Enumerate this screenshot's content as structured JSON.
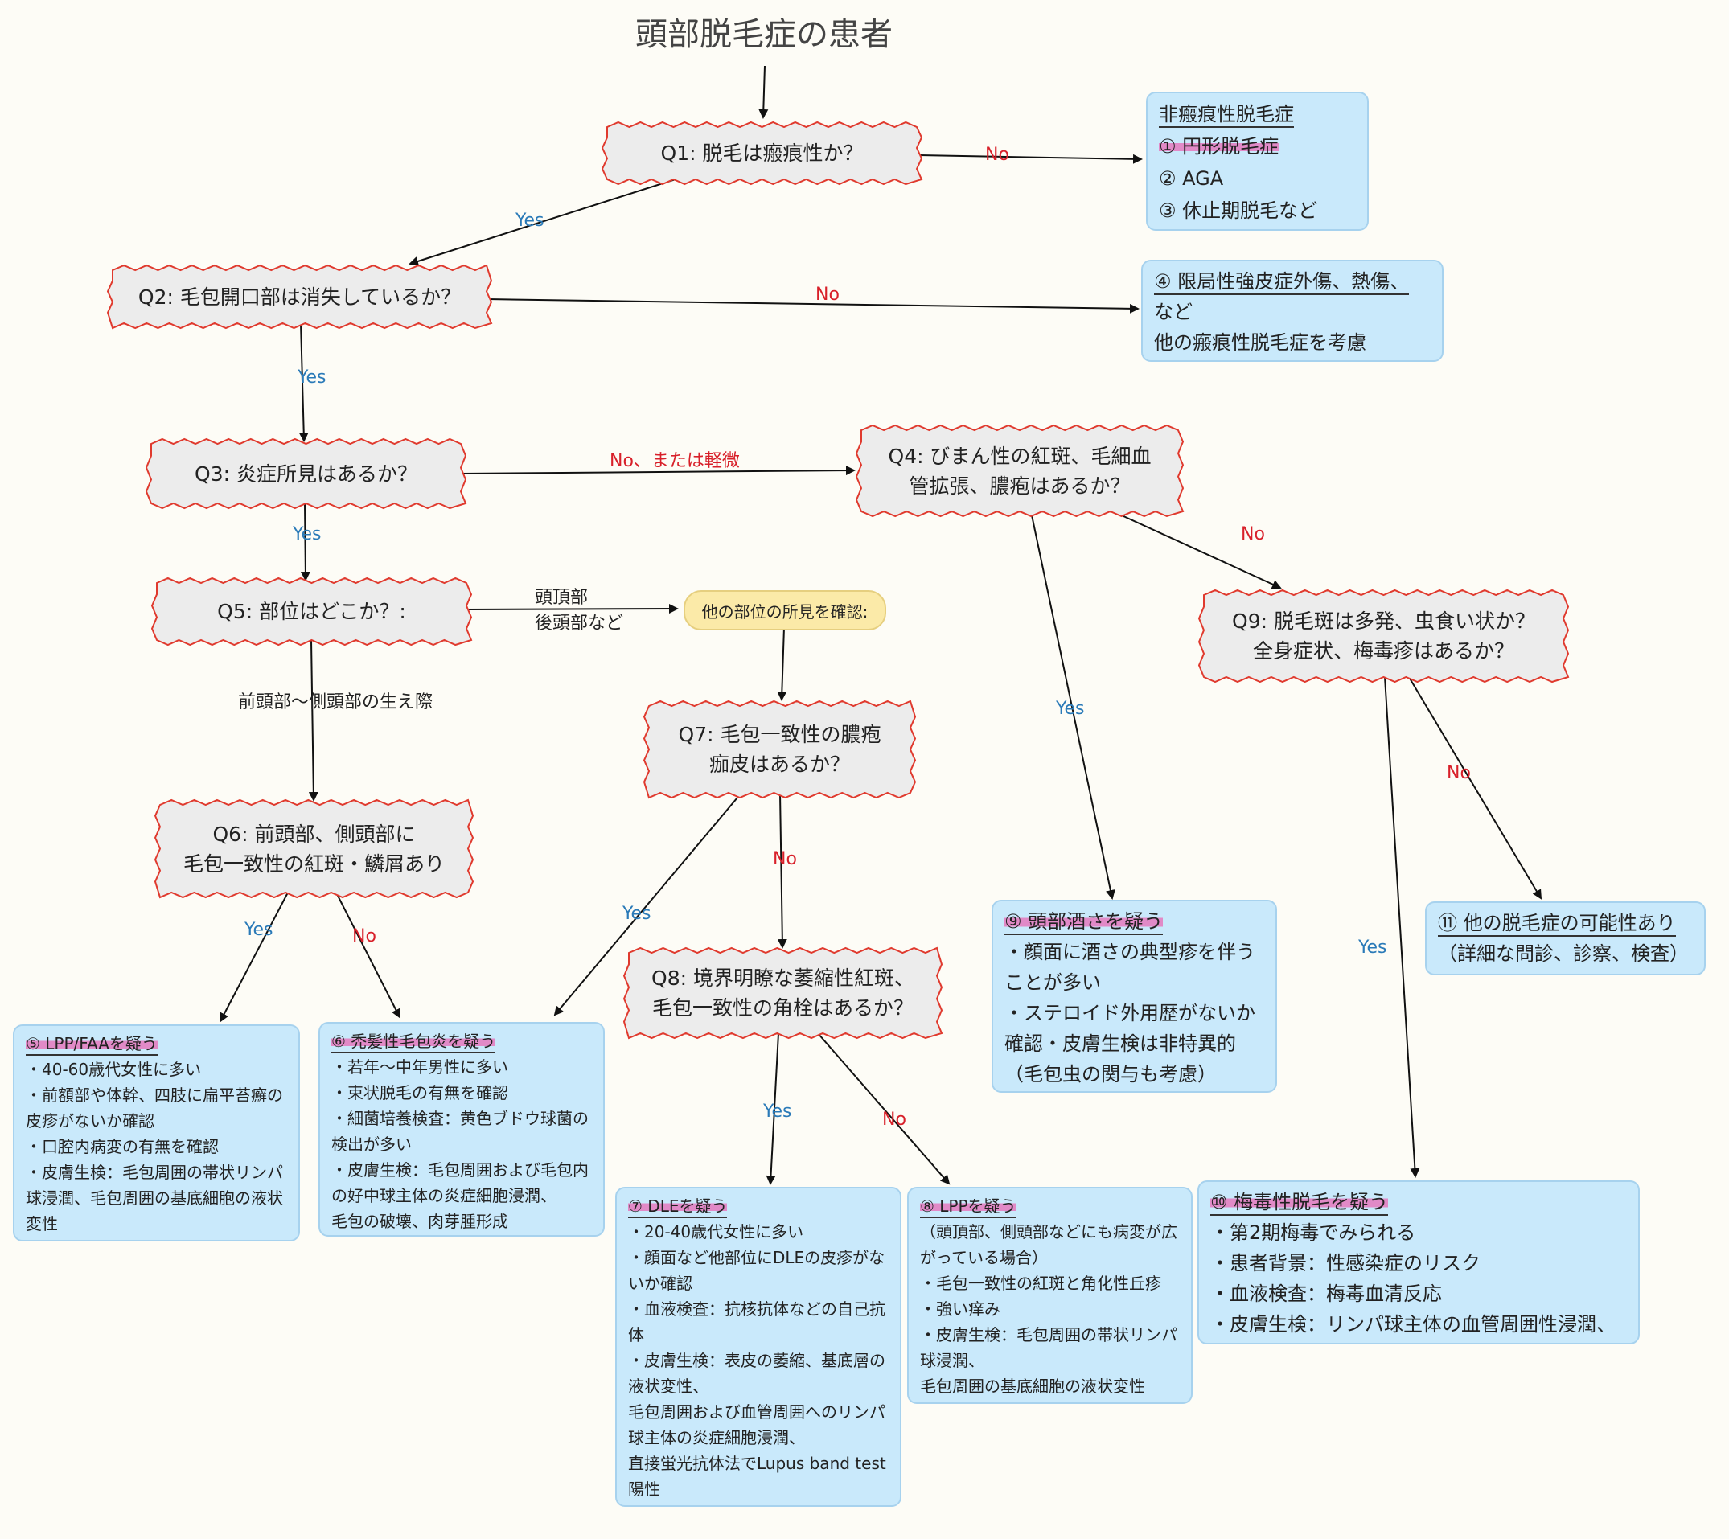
{
  "title": "頭部脱毛症の患者",
  "questions": {
    "q1": "Q1: 脱毛は瘢痕性か？",
    "q2": "Q2: 毛包開口部は消失しているか？",
    "q3": "Q3: 炎症所見はあるか？",
    "q4": "Q4: びまん性の紅斑、毛細血\n管拡張、膿疱はあるか？",
    "q5": "Q5: 部位はどこか？:",
    "q6": "Q6: 前頭部、側頭部に\n毛包一致性の紅斑・鱗屑あり",
    "q7": "Q7: 毛包一致性の膿疱\n痂皮はあるか？",
    "q8": "Q8: 境界明瞭な萎縮性紅斑、\n毛包一致性の角栓はあるか？",
    "q9": "Q9: 脱毛斑は多発、虫食い状か？\n全身症状、梅毒疹はあるか？"
  },
  "edge_labels": {
    "q1_no": "No",
    "q1_yes": "Yes",
    "q2_no": "No",
    "q2_yes": "Yes",
    "q3_no": "No、または軽微",
    "q3_yes": "Yes",
    "q4_no": "No",
    "q4_yes": "Yes",
    "q5_other": "頭頂部\n後頭部など",
    "q5_front": "前頭部〜側頭部の生え際",
    "q6_yes": "Yes",
    "q6_no": "No",
    "q7_yes": "Yes",
    "q7_no": "No",
    "q8_yes": "Yes",
    "q8_no": "No",
    "q9_yes": "Yes",
    "q9_no": "No"
  },
  "note": "他の部位の所見を確認:",
  "boxes": {
    "b_nonscar": {
      "title": "非瘢痕性脱毛症",
      "items": [
        "① 円形脱毛症",
        "② AGA",
        "③ 休止期脱毛など"
      ]
    },
    "b4": {
      "title": "④ 限局性強皮症外傷、熱傷、",
      "items": [
        "など",
        "他の瘢痕性脱毛症を考慮"
      ]
    },
    "b5": {
      "title": "⑤ LPP/FAAを疑う",
      "items": [
        "・40-60歳代女性に多い",
        "・前額部や体幹、四肢に扁平苔癬の皮疹がないか確認",
        "・口腔内病変の有無を確認",
        "・皮膚生検：毛包周囲の帯状リンパ球浸潤、毛包周囲の基底細胞の液状変性"
      ]
    },
    "b6": {
      "title": "⑥ 禿髪性毛包炎を疑う",
      "items": [
        "・若年〜中年男性に多い",
        "・束状脱毛の有無を確認",
        "・細菌培養検査：黄色ブドウ球菌の検出が多い",
        "・皮膚生検：毛包周囲および毛包内の好中球主体の炎症細胞浸潤、",
        "毛包の破壊、肉芽腫形成"
      ]
    },
    "b7": {
      "title": "⑦ DLEを疑う",
      "items": [
        "・20-40歳代女性に多い",
        "・顔面など他部位にDLEの皮疹がないか確認",
        "・血液検査：抗核抗体などの自己抗体",
        "・皮膚生検：表皮の萎縮、基底層の液状変性、",
        "毛包周囲および血管周囲へのリンパ球主体の炎症細胞浸潤、",
        "直接蛍光抗体法でLupus band test陽性"
      ]
    },
    "b8": {
      "title": "⑧ LPPを疑う",
      "items": [
        "（頭頂部、側頭部などにも病変が広がっている場合）",
        "・毛包一致性の紅斑と角化性丘疹",
        "・強い痒み",
        "・皮膚生検：毛包周囲の帯状リンパ球浸潤、",
        "毛包周囲の基底細胞の液状変性"
      ]
    },
    "b9": {
      "title": "⑨ 頭部酒さを疑う",
      "items": [
        "・顔面に酒さの典型疹を伴うことが多い",
        "・ステロイド外用歴がないか確認・皮膚生検は非特異的",
        "（毛包虫の関与も考慮）"
      ]
    },
    "b10": {
      "title": "⑩ 梅毒性脱毛を疑う",
      "items": [
        "・第2期梅毒でみられる",
        "・患者背景：性感染症のリスク",
        "・血液検査：梅毒血清反応",
        "・皮膚生検：リンパ球主体の血管周囲性浸潤、"
      ]
    },
    "b11": {
      "title": "⑪ 他の脱毛症の可能性あり",
      "items": [
        "（詳細な問診、診察、検査）"
      ]
    }
  },
  "colors": {
    "yes": "#2a7ab8",
    "no": "#d8202a",
    "box_fill": "#c9e9fb",
    "box_border": "#a7d2ee",
    "decision_fill": "#ececec",
    "decision_border": "#e03a2e",
    "highlight": "#e18ac7",
    "note_fill": "#fbeaa8"
  }
}
